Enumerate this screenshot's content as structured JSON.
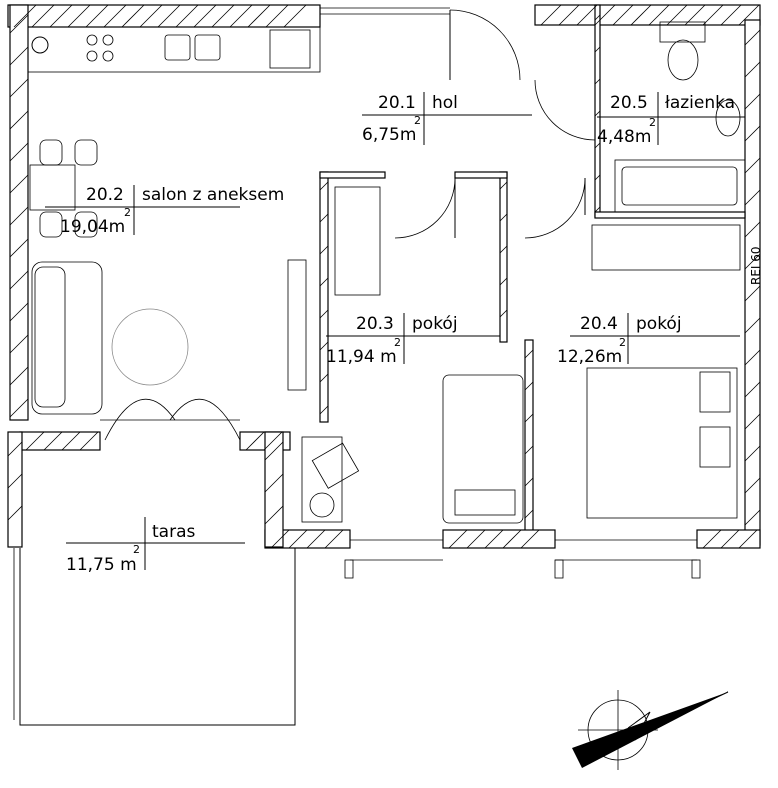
{
  "rooms": [
    {
      "number": "20.1",
      "name": "hol",
      "area": "6,75m",
      "unit_sup": "2"
    },
    {
      "number": "20.2",
      "name": "salon z aneksem",
      "area": "19,04m",
      "unit_sup": "2"
    },
    {
      "number": "20.3",
      "name": "pokój",
      "area": "11,94 m",
      "unit_sup": "2"
    },
    {
      "number": "20.4",
      "name": "pokój",
      "area": "12,26m",
      "unit_sup": "2"
    },
    {
      "number": "20.5",
      "name": "łazienka",
      "area": "4,48m",
      "unit_sup": "2"
    }
  ],
  "terrace": {
    "name": "taras",
    "area": "11,75 m",
    "unit_sup": "2"
  },
  "wall_label": "REI 60",
  "icons": [
    "north-arrow-icon",
    "door-swing-icon",
    "bathtub-icon",
    "toilet-icon",
    "sink-icon",
    "stove-icon",
    "sofa-icon",
    "table-icon",
    "bed-icon",
    "wardrobe-icon",
    "desk-chair-icon"
  ]
}
